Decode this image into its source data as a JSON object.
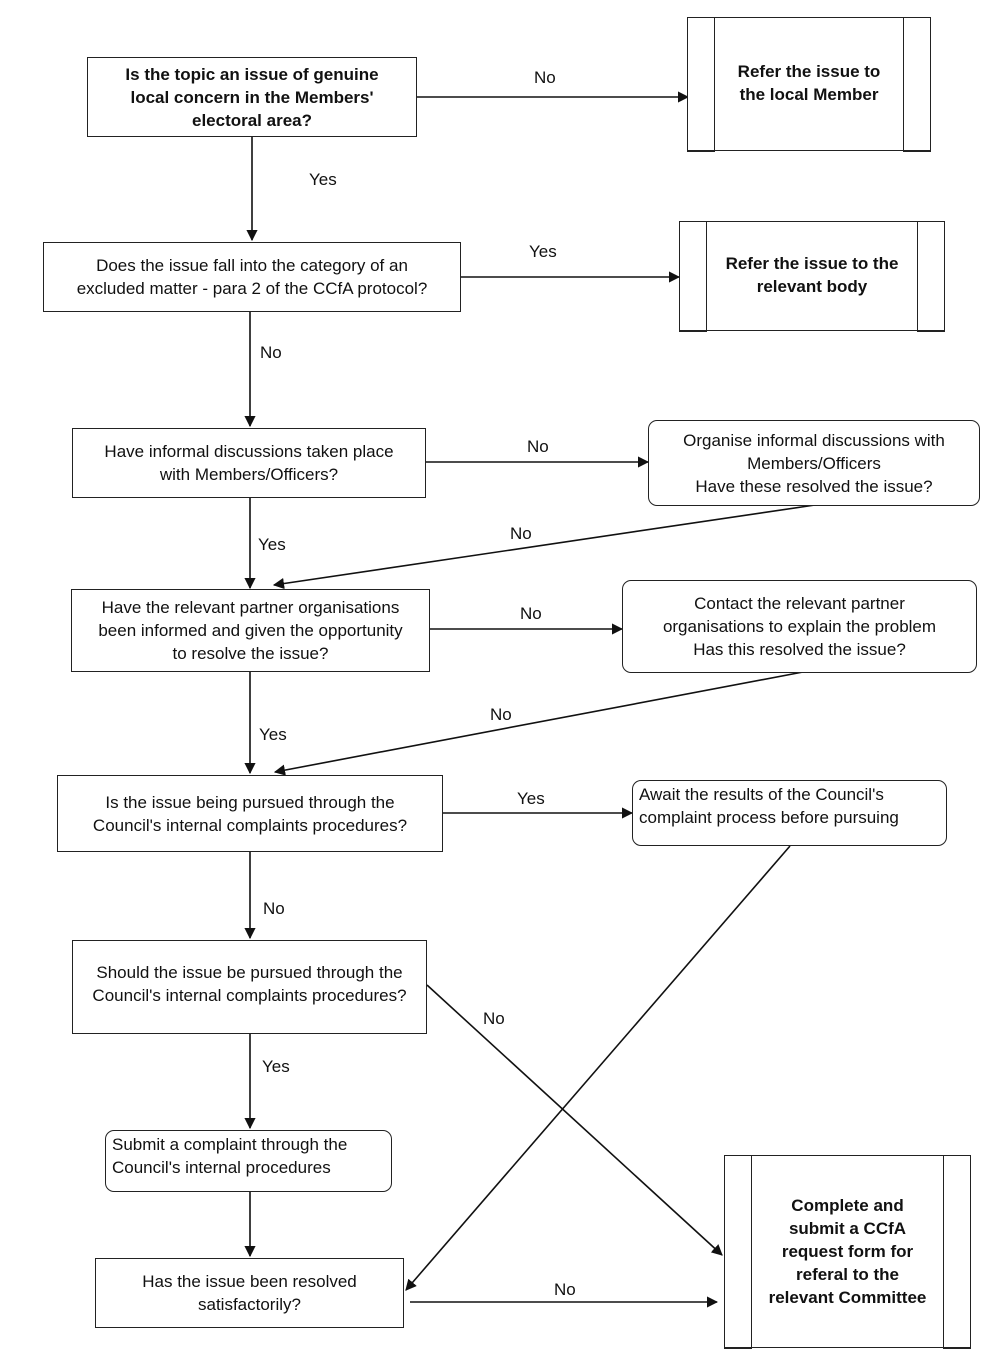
{
  "nodes": {
    "q_local_concern": "Is the topic an issue of genuine\nlocal concern in the Members'\nelectoral area?",
    "refer_local_member": "Refer the issue to\nthe local Member",
    "q_excluded": "Does the issue fall into the category of an\nexcluded matter - para 2 of the CCfA protocol?",
    "refer_relevant_body": "Refer the issue to the\nrelevant body",
    "q_informal": "Have informal discussions taken place\nwith Members/Officers?",
    "organise_informal": "Organise informal discussions with\nMembers/Officers\nHave these resolved the issue?",
    "q_partners": "Have the relevant partner organisations\nbeen informed and given the opportunity\nto resolve the issue?",
    "contact_partners": "Contact the relevant partner\norganisations to explain the problem\nHas this resolved the issue?",
    "q_being_pursued": "Is the issue being pursued through the\nCouncil's internal complaints procedures?",
    "await_results": "Await the results of the Council's\ncomplaint process before pursuing",
    "q_should_pursue": "Should the issue be pursued through the\nCouncil's internal complaints procedures?",
    "submit_complaint": "Submit a complaint through the\nCouncil's internal procedures",
    "q_resolved": "Has the issue been resolved\nsatisfactorily?",
    "complete_ccfa": "Complete and\nsubmit a CCfA\nrequest form for\nreferal to the\nrelevant Committee"
  },
  "edge_labels": {
    "e1_no": "No",
    "e1_yes": "Yes",
    "e2_yes": "Yes",
    "e2_no": "No",
    "e3_no": "No",
    "e3_yes": "Yes",
    "e3_back_no": "No",
    "e4_no": "No",
    "e4_yes": "Yes",
    "e4_back_no": "No",
    "e5_yes": "Yes",
    "e5_no": "No",
    "e6_no": "No",
    "e6_yes": "Yes",
    "e7_no": "No"
  }
}
